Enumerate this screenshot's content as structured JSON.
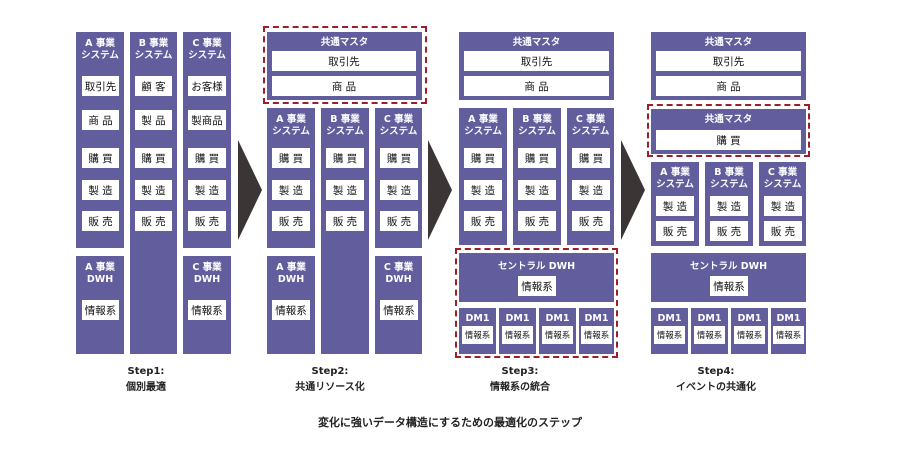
{
  "colors": {
    "panel": "#625d9d",
    "dashed": "#9c1f2b",
    "arrow": "#3b3535"
  },
  "title": "変化に強いデータ構造にするための最適化のステップ",
  "labels": {
    "a_sys": "A 事業\nシステム",
    "b_sys": "B 事業\nシステム",
    "c_sys": "C 事業\nシステム",
    "a_dwh": "A 事業\nDWH",
    "c_dwh": "C 事業\nDWH",
    "master": "共通マスタ",
    "central": "セントラル DWH",
    "dm": "DM1",
    "info": "情報系"
  },
  "items": {
    "torihiki": "取引先",
    "shohin": "商 品",
    "kokyaku": "顧 客",
    "okyaku": "お客様",
    "seihin": "製 品",
    "seishohin": "製商品",
    "kobai": "購 買",
    "seizo": "製 造",
    "hanbai": "販 売"
  },
  "steps": [
    {
      "label": "Step1:",
      "sub": "個別最適"
    },
    {
      "label": "Step2:",
      "sub": "共通リソース化"
    },
    {
      "label": "Step3:",
      "sub": "情報系の統合"
    },
    {
      "label": "Step4:",
      "sub": "イベントの共通化"
    }
  ]
}
